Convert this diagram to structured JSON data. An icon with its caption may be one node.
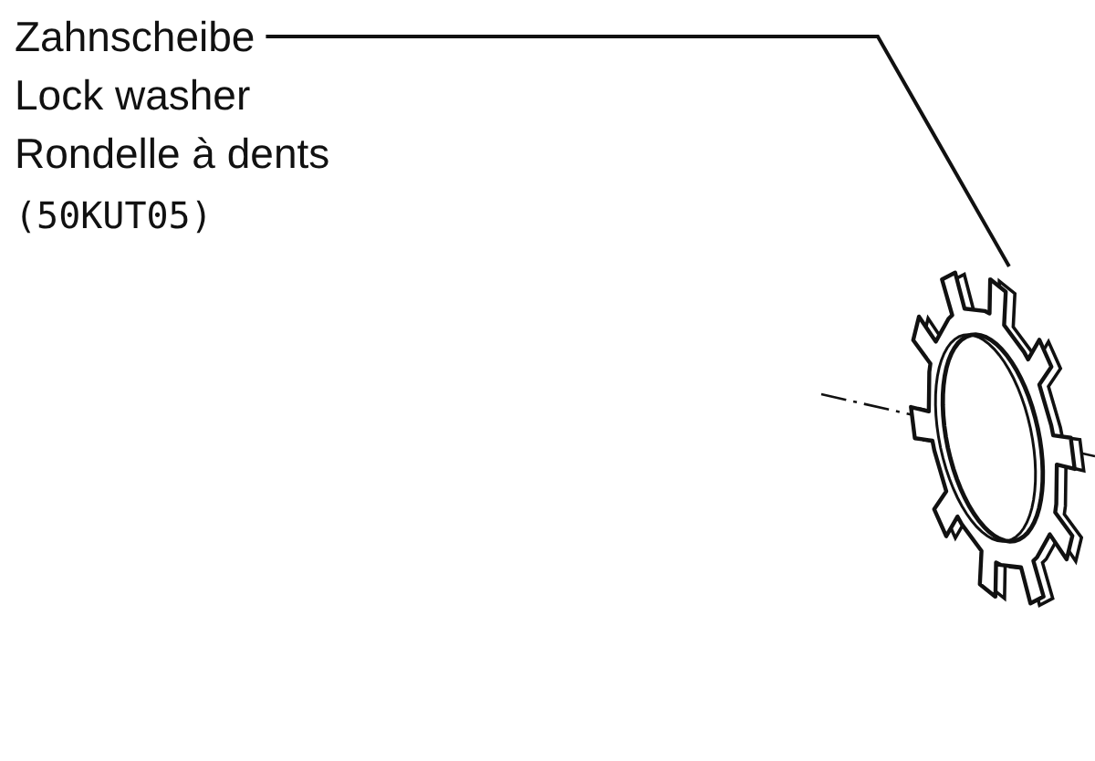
{
  "diagram": {
    "nodes": [
      {
        "text": [
          "Zahnscheibe",
          "Lock washer",
          "Rondelle à dents",
          "(50KUT05)"
        ]
      },
      {
        "text": [],
        "shape": "picture"
      }
    ],
    "edges": [
      {
        "from": 0,
        "to": 1,
        "arrow": "none"
      }
    ]
  }
}
